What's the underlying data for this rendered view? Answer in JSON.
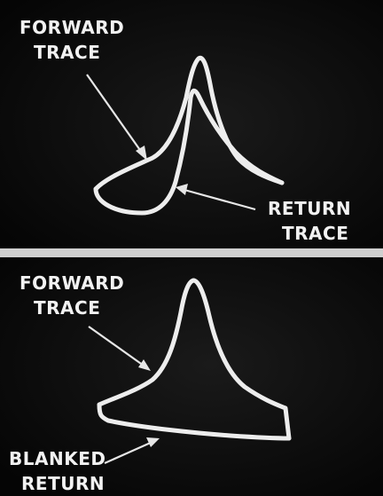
{
  "top_panel": {
    "forward_label_line1": "FORWARD",
    "forward_label_line2": "TRACE",
    "return_label_line1": "RETURN",
    "return_label_line2": "TRACE"
  },
  "bottom_panel": {
    "forward_label_line1": "FORWARD",
    "forward_label_line2": "TRACE",
    "blanked_label_line1": "BLANKED",
    "blanked_label_line2": "RETURN"
  },
  "colors": {
    "screen": "#0b0b0b",
    "trace": "#ededed",
    "divider": "#cfcfcf"
  }
}
